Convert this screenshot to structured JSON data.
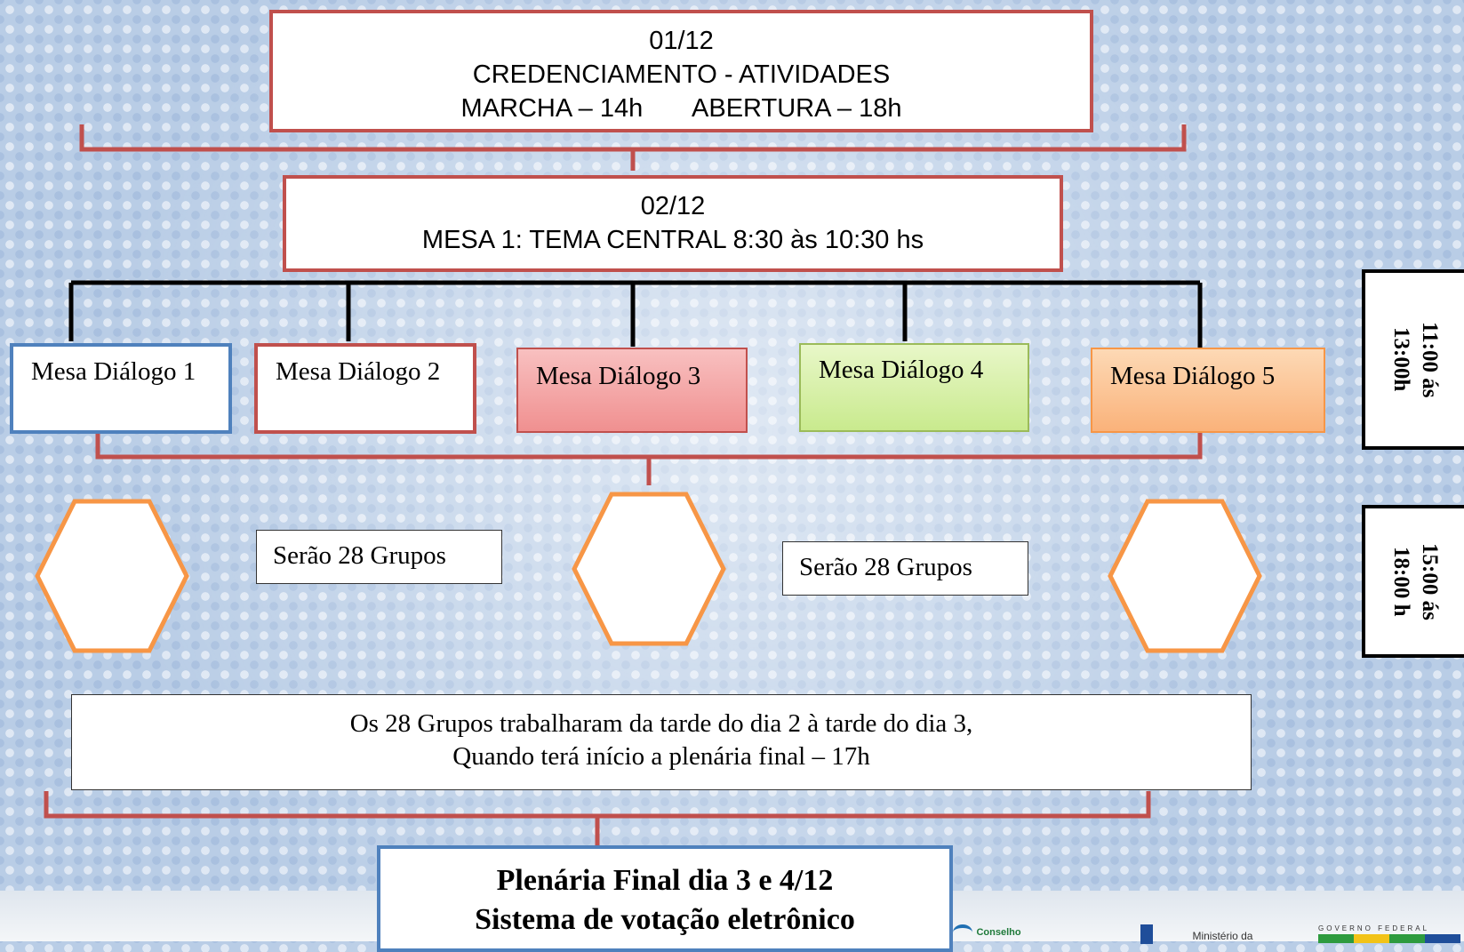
{
  "top_box": {
    "date": "01/12",
    "line2": "CREDENCIAMENTO - ATIVIDADES",
    "line3": "MARCHA – 14h       ABERTURA – 18h"
  },
  "second_box": {
    "date": "02/12",
    "line2": "MESA 1: TEMA CENTRAL  8:30 às 10:30 hs"
  },
  "dialogs": [
    {
      "label": "Mesa Diálogo 1"
    },
    {
      "label": "Mesa Diálogo 2"
    },
    {
      "label": "Mesa Diálogo 3"
    },
    {
      "label": "Mesa Diálogo 4"
    },
    {
      "label": "Mesa Diálogo 5"
    }
  ],
  "groups": [
    {
      "label": "Serão 28 Grupos"
    },
    {
      "label": "Serão 28 Grupos"
    }
  ],
  "info_box": {
    "line1": "Os 28 Grupos trabalharam da tarde do dia 2 à tarde do dia 3,",
    "line2": "Quando terá início a plenária final – 17h"
  },
  "final_box": {
    "line1": "Plenária Final dia 3 e 4/12",
    "line2": "Sistema de votação eletrônico"
  },
  "times": [
    {
      "line1": "11:00 ás",
      "line2": "13:00h"
    },
    {
      "line1": "15:00 ás",
      "line2": "18:00 h"
    }
  ],
  "footer": {
    "conselho": "Conselho",
    "ministerio": "Ministério da",
    "governo": "GOVERNO FEDERAL"
  },
  "colors": {
    "red_border": "#c0504d",
    "blue_border": "#4f81bd",
    "hex_border": "#f79646",
    "dialog3_fill": "#f4a6a6",
    "dialog4_fill": "#d7f0a8",
    "dialog5_fill": "#fbc79a"
  }
}
